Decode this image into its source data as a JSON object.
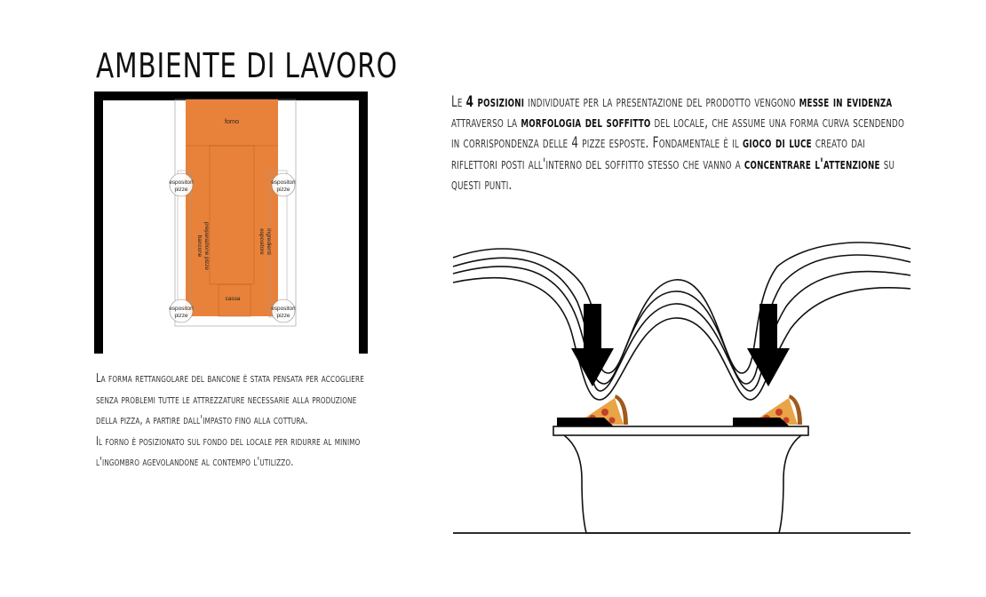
{
  "title": "AMBIENTE DI LAVORO",
  "plan": {
    "forno": "forno",
    "espositori": "espositori",
    "pizze": "pizze",
    "bancone_1": "bancone",
    "bancone_2": "preparazione pizze",
    "espositore": "espositore",
    "ingredienti": "ingredienti",
    "cassa": "cassa"
  },
  "left_paragraphs": [
    "La forma rettangolare del bancone è stata pensata per accogliere senza problemi tutte le attrezzature necessarie alla produzione della pizza, a partire dall'impasto fino alla cottura.",
    "Il forno è posizionato sul fondo del locale per ridurre al minimo l'ingombro agevolandone al contempo l'utilizzo."
  ],
  "right_text": {
    "t1": "Le ",
    "b1": "4 posizioni",
    "t2": " individuate per la presentazione del prodotto vengono ",
    "b2": "messe in evidenza",
    "t3": " attraverso la ",
    "b3": "morfologia del soffitto",
    "t4": " del locale, che assume una forma curva scendendo in corrispondenza delle 4 pizze esposte. Fondamentale è il ",
    "b4": "gioco di luce",
    "t5": " creato dai riflettori posti all'interno del soffitto stesso che vanno a ",
    "b5": "concentrare l'attenzione",
    "t6": " su questi punti."
  },
  "colors": {
    "counter": "#e8823a",
    "walls": "#000000"
  },
  "icons": [
    "pizza-slice-icon",
    "down-arrow-icon"
  ]
}
